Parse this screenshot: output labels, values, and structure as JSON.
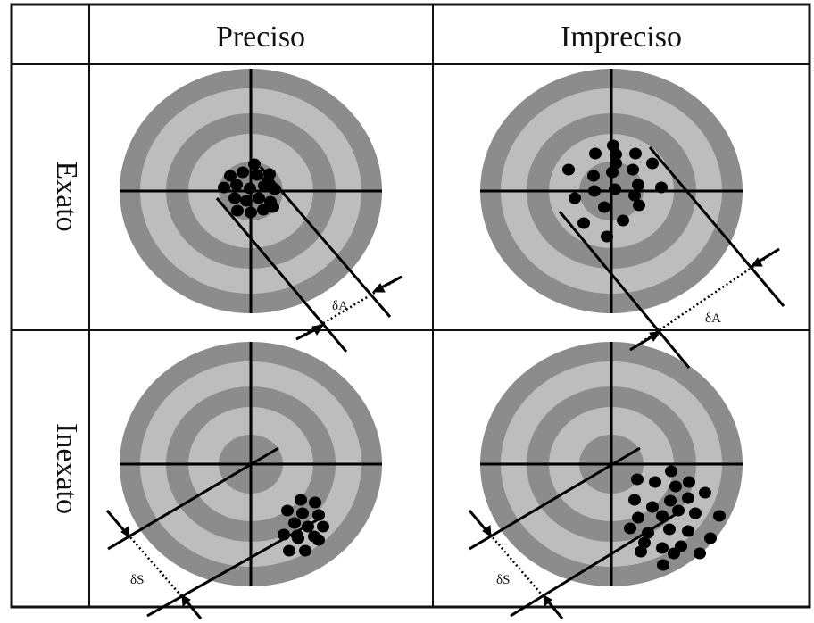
{
  "columns": [
    "Preciso",
    "Impreciso"
  ],
  "rows": [
    "Exato",
    "Inexato"
  ],
  "labels": {
    "accuracy_offset": "δA",
    "systematic_offset": "δS"
  },
  "colors": {
    "ring_dark": "#8c8c8c",
    "ring_light": "#bdbdbd",
    "lines": "#000000",
    "background": "#ffffff"
  }
}
